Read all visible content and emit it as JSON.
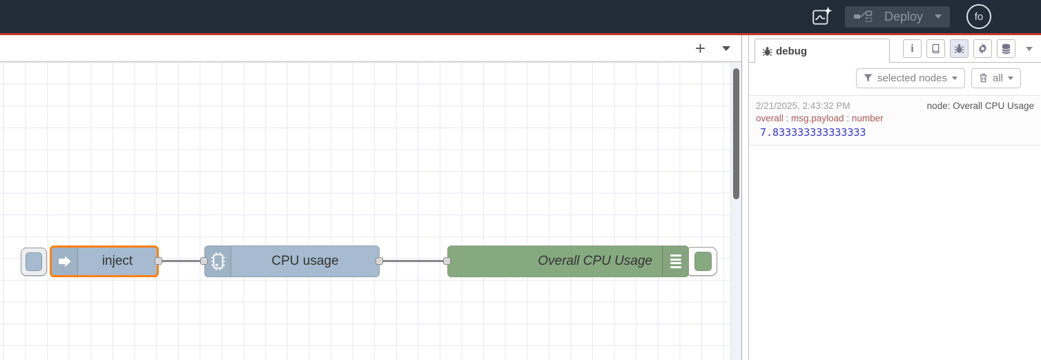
{
  "colors": {
    "header-bg": "#222b38",
    "header-red": "#c4372d",
    "node-blue": "#a6bbcf",
    "node-green": "#87a980",
    "selected-orange": "#ff7f0e",
    "wire-gray": "#888888",
    "debug-path-red": "#ad5a5a",
    "debug-number-blue": "#3434d1"
  },
  "header": {
    "deploy_label": "Deploy",
    "avatar_text": "fo",
    "icons": [
      "assistant-icon",
      "deploy-icon",
      "chevron-down-icon",
      "user-avatar",
      "menu-icon"
    ]
  },
  "workspace": {
    "add_flow_label": "+"
  },
  "flow": {
    "nodes": [
      {
        "type": "inject",
        "label": "inject",
        "selected": true
      },
      {
        "type": "exec",
        "label": "CPU usage"
      },
      {
        "type": "debug",
        "label": "Overall CPU Usage",
        "enabled": true
      }
    ],
    "icons": [
      "inject-arrow-icon",
      "chip-icon",
      "debug-lines-icon"
    ]
  },
  "sidebar": {
    "tab_label": "debug",
    "toolbar_icons": [
      "info-icon",
      "book-icon",
      "bug-icon",
      "gear-icon",
      "database-icon"
    ],
    "filter_label": "selected nodes",
    "clear_label": "all",
    "messages": [
      {
        "timestamp": "2/21/2025, 2:43:32 PM",
        "node": "node: Overall CPU Usage",
        "property": "overall : msg.payload : number",
        "value": "7.833333333333333"
      }
    ]
  }
}
